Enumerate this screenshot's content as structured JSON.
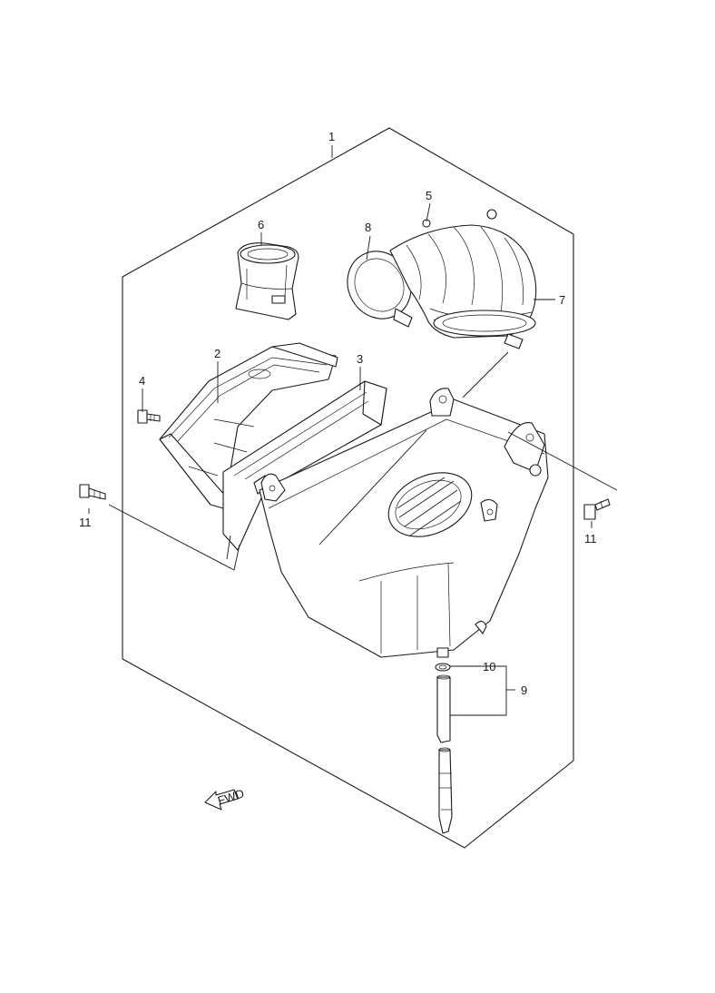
{
  "diagram": {
    "callouts": {
      "c1": "1",
      "c2": "2",
      "c3": "3",
      "c4": "4",
      "c5": "5",
      "c6": "6",
      "c7": "7",
      "c8": "8",
      "c9": "9",
      "c10": "10",
      "c11_left": "11",
      "c11_right": "11"
    },
    "fwd_marker": "FWD"
  }
}
